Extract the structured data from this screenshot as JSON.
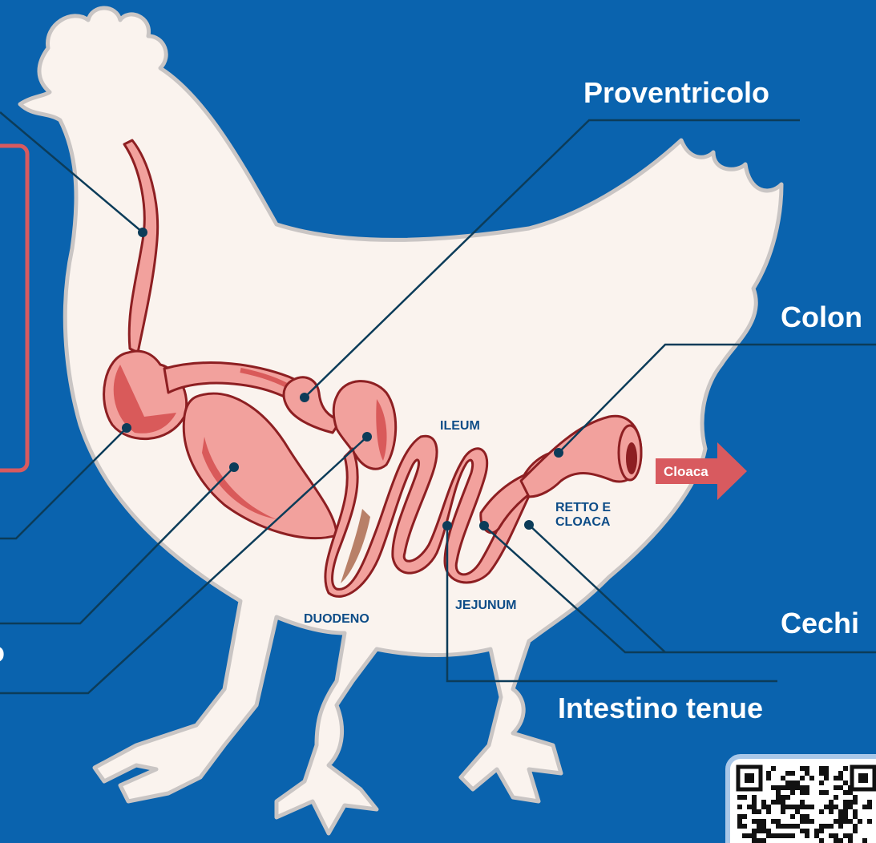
{
  "labels": {
    "proventricolo": "Proventricolo",
    "colon": "Colon",
    "cechi": "Cechi",
    "intestino_tenue": "Intestino tenue",
    "ileum": "ILEUM",
    "duodeno": "DUODENO",
    "jejunum": "JEJUNUM",
    "retto_line1": "RETTO E",
    "retto_line2": "CLOACA",
    "cloaca_arrow": "Cloaca",
    "partial_left": "o"
  },
  "colors": {
    "background": "#0a63ae",
    "silhouette": "#faf3ee",
    "silhouette_outline": "#c9c5c4",
    "organ_fill": "#f2a19d",
    "organ_dark": "#d95a5a",
    "organ_outline": "#8d1f22",
    "leader_line": "#0c3c59",
    "small_label": "#0d4c87",
    "arrow": "#d85a5f",
    "left_box_border": "#d85a5f",
    "qr_frame": "#a9c7e8"
  },
  "icons": {
    "chicken": "chicken-silhouette-icon",
    "qr": "qr-code-icon",
    "arrow": "arrow-right-icon"
  }
}
